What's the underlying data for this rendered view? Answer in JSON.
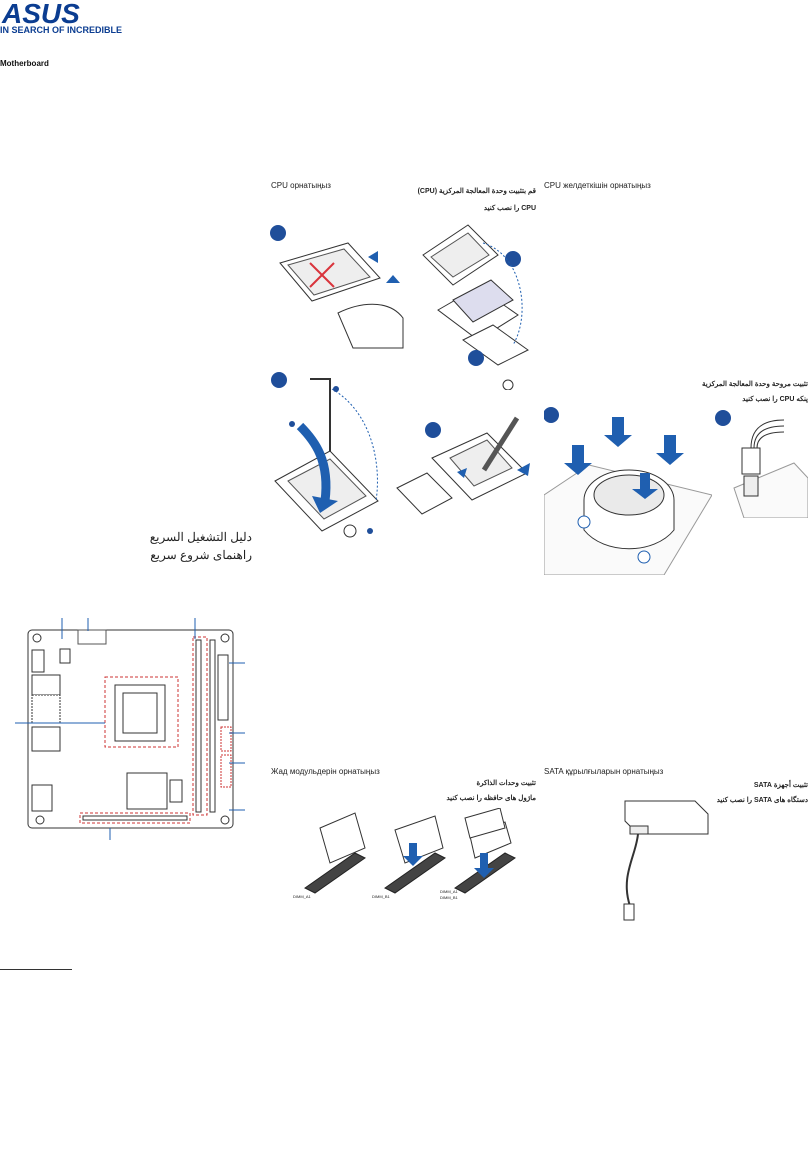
{
  "header": {
    "brand": "ASUS",
    "tagline": "IN SEARCH OF INCREDIBLE",
    "product": "Motherboard"
  },
  "left": {
    "title_ar": "دليل التشغيل السريع",
    "title_fa": "راهنمای شروع سریع"
  },
  "cpu_section": {
    "title_kk": "CPU орнатыңыз",
    "title_ar": "قم بتثبيت وحدة المعالجة المركزية (CPU)",
    "title_fa": "CPU را نصب کنید"
  },
  "cooler_section": {
    "title_kk": "CPU желдеткішін орнатыңыз",
    "title_ar": "تثبيت مروحة وحدة المعالجة المركزية",
    "title_fa": "پنکه CPU را نصب کنید"
  },
  "memory_section": {
    "title_kk": "Жад модульдерін орнатыңыз",
    "title_ar": "تثبيت وحدات الذاكرة",
    "title_fa": "ماژول های حافظه را نصب کنید",
    "slot_labels": [
      "DIMM_A1",
      "DIMM_B1",
      "DIMM_A1",
      "DIMM_B1"
    ]
  },
  "sata_section": {
    "title_kk": "SATA құрылғыларын орнатыңыз",
    "title_ar": "تثبيت أجهزة SATA",
    "title_fa": "دستگاه های SATA را نصب کنید"
  },
  "colors": {
    "brand": "#0b3d91",
    "accent": "#1f5fb0",
    "warning": "#d9343c"
  }
}
